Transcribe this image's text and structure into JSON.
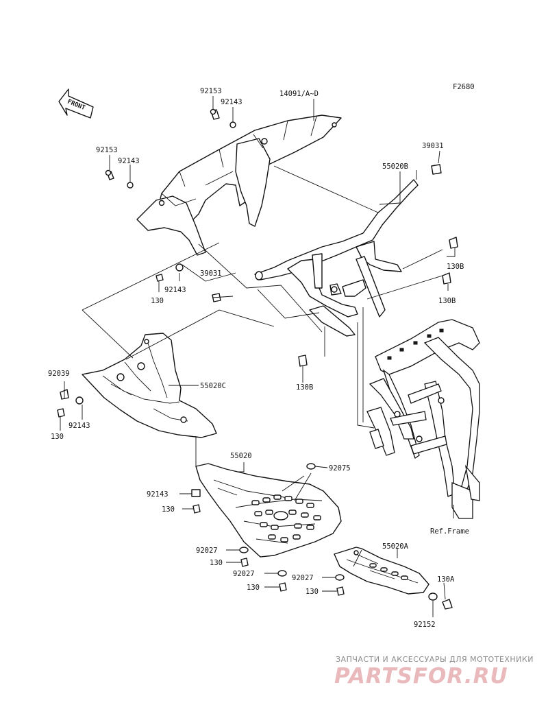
{
  "diagram": {
    "figure_code": "F2680",
    "front_arrow_label": "FRONT",
    "reference_label": "Ref.Frame",
    "callouts": {
      "p92153_top": "92153",
      "p92143_top": "92143",
      "p14091": "14091/A~D",
      "p92153_left": "92153",
      "p92143_left": "92143",
      "p39031_right": "39031",
      "p55020b": "55020B",
      "p39031_mid": "39031",
      "p92143_mid": "92143",
      "p130_mid": "130",
      "p130b_1": "130B",
      "p130b_2": "130B",
      "p130b_3": "130B",
      "p92039": "92039",
      "p55020c": "55020C",
      "p92143_low": "92143",
      "p130_low": "130",
      "p55020": "55020",
      "p92075": "92075",
      "p92143_plate": "92143",
      "p130_plate": "130",
      "p92027_a": "92027",
      "p130_a": "130",
      "p92027_b": "92027",
      "p130_b": "130",
      "p55020a": "55020A",
      "p92027_c": "92027",
      "p130_c": "130",
      "p130a": "130A",
      "p92152": "92152"
    }
  },
  "watermark": {
    "caption": "ЗАПЧАСТИ И АКСЕССУАРЫ ДЛЯ МОТОТЕХНИКИ",
    "brand": "PARTSFOR.RU"
  }
}
